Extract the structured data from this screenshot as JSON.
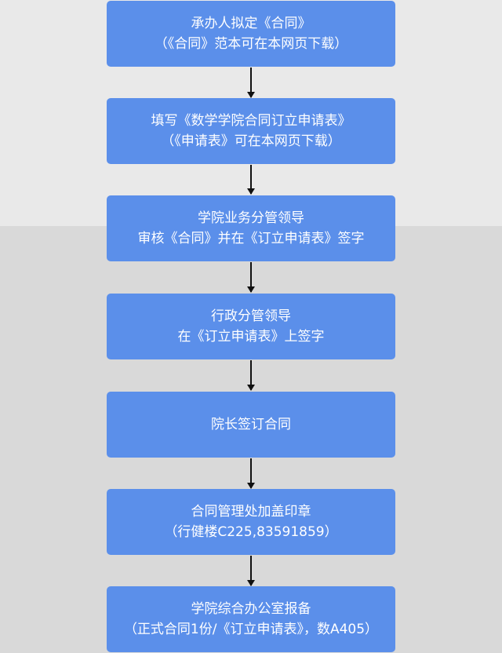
{
  "steps": [
    {
      "line1": "承办人拟定《合同》",
      "line2": "（《合同》范本可在本网页下载）"
    },
    {
      "line1": "填写《数学学院合同订立申请表》",
      "line2": "（《申请表》可在本网页下载）"
    },
    {
      "line1": "学院业务分管领导",
      "line2": "审核《合同》并在《订立申请表》签字"
    },
    {
      "line1": "行政分管领导",
      "line2": "在《订立申请表》上签字"
    },
    {
      "line1": "院长签订合同",
      "line2": ""
    },
    {
      "line1": "合同管理处加盖印章",
      "line2": "（行健楼C225,83591859）"
    },
    {
      "line1": "学院综合办公室报备",
      "line2": "（正式合同1份/《订立申请表》，数A405）"
    }
  ],
  "colors": {
    "box": "#5b8fea",
    "arrow": "#111111",
    "text": "#ffffff"
  }
}
